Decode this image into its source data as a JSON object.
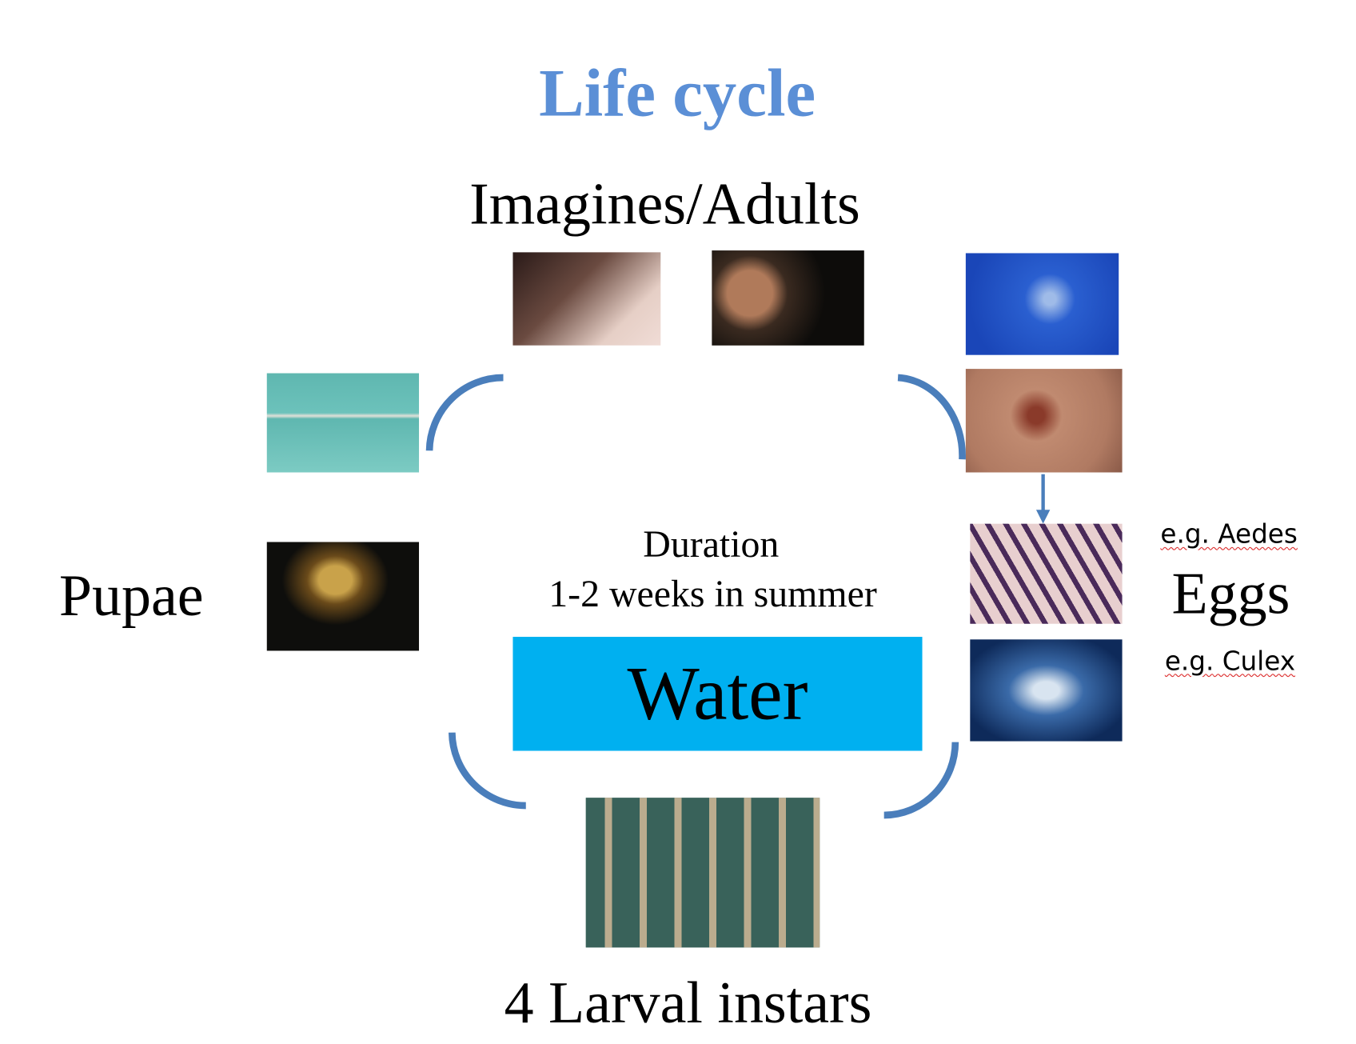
{
  "title": "Life cycle",
  "stages": {
    "adults": "Imagines/Adults",
    "pupae": "Pupae",
    "eggs": "Eggs",
    "larvae": "4 Larval instars"
  },
  "egg_examples": {
    "aedes": "e.g. Aedes",
    "culex": "e.g. Culex"
  },
  "duration": {
    "label": "Duration",
    "value": "1-2 weeks in summer"
  },
  "water_label": "Water",
  "colors": {
    "title": "#5B8FD6",
    "arc": "#4A7EBB",
    "water": "#00B0F0"
  }
}
